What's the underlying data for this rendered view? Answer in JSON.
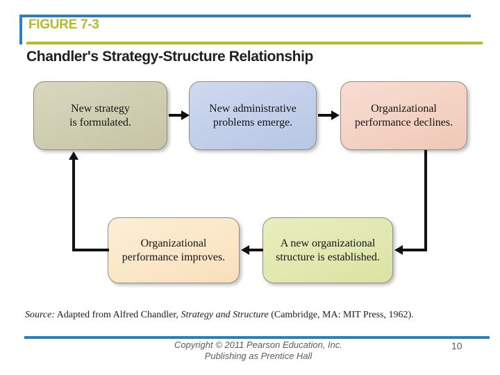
{
  "slide": {
    "figure_label": "FIGURE 7-3",
    "title": "Chandler's Strategy-Structure Relationship"
  },
  "colors": {
    "accent_blue": "#2a7fc0",
    "accent_olive": "#b4ba2a",
    "title_text": "#231f20",
    "node_1_fill": "#cfcdb0",
    "node_2_fill": "#c2cfea",
    "node_3_fill": "#f4d2c3",
    "node_4_fill": "#fbe7c8",
    "node_5_fill": "#e2e8b0",
    "connector": "#111111"
  },
  "diagram": {
    "nodes": [
      {
        "id": "new-strategy",
        "line1": "New strategy",
        "line2": "is formulated."
      },
      {
        "id": "admin-problems",
        "line1": "New administrative",
        "line2": "problems emerge."
      },
      {
        "id": "performance-declines",
        "line1": "Organizational",
        "line2": "performance declines."
      },
      {
        "id": "performance-improves",
        "line1": "Organizational",
        "line2": "performance improves."
      },
      {
        "id": "new-structure",
        "line1": "A new organizational",
        "line2": "structure is established."
      }
    ],
    "connectors": [
      {
        "from": "new-strategy",
        "to": "admin-problems",
        "direction": "right"
      },
      {
        "from": "admin-problems",
        "to": "performance-declines",
        "direction": "right"
      },
      {
        "from": "performance-declines",
        "to": "new-structure",
        "direction": "down-then-left"
      },
      {
        "from": "new-structure",
        "to": "performance-improves",
        "direction": "left"
      },
      {
        "from": "performance-improves",
        "to": "new-strategy",
        "direction": "left-then-up"
      }
    ]
  },
  "source": {
    "prefix": "Source:",
    "text_before_title": " Adapted from Alfred Chandler, ",
    "book_title": "Strategy and Structure",
    "text_after_title": " (Cambridge, MA: MIT Press, 1962)."
  },
  "footer": {
    "copyright_line1": "Copyright © 2011 Pearson Education, Inc.",
    "copyright_line2": "Publishing as Prentice Hall",
    "page_number": "10"
  }
}
